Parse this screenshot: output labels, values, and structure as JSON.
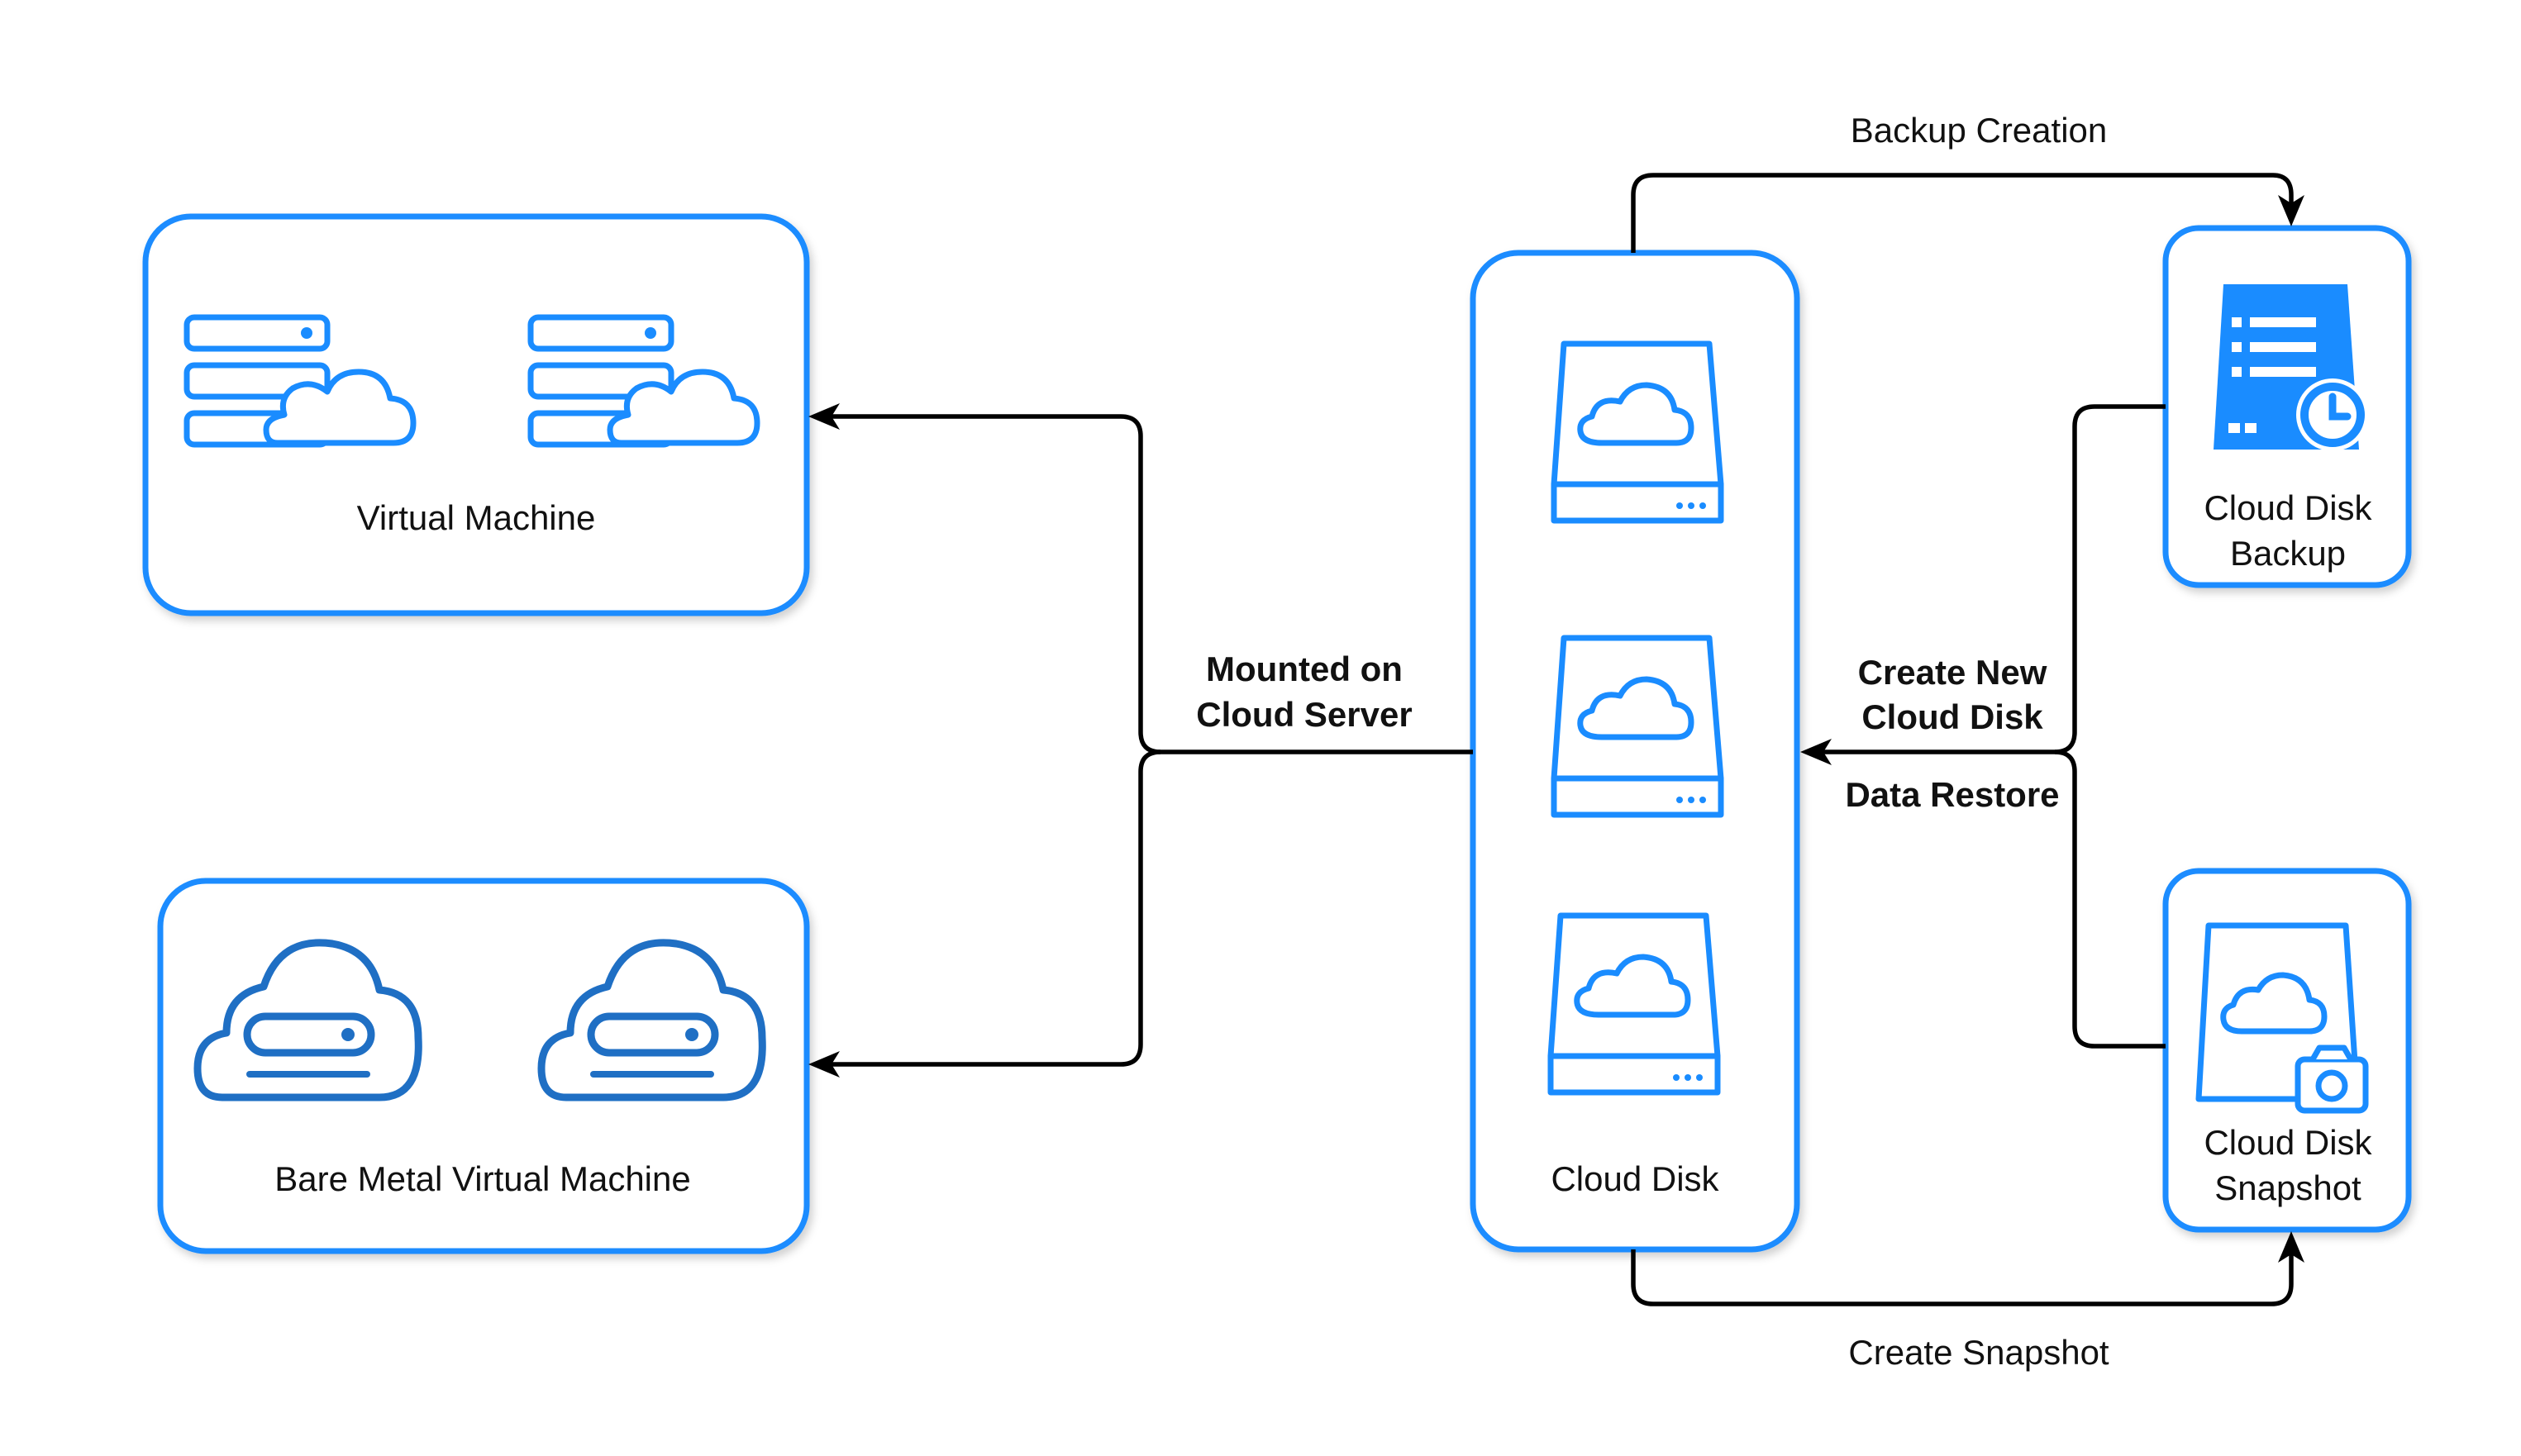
{
  "nodes": {
    "virtual_machine": {
      "label": "Virtual Machine",
      "icons": [
        "server-cloud-icon",
        "server-cloud-icon"
      ]
    },
    "bare_metal": {
      "label": "Bare Metal Virtual Machine",
      "icons": [
        "cloud-drive-icon",
        "cloud-drive-icon"
      ]
    },
    "cloud_disk": {
      "label": "Cloud Disk",
      "icons": [
        "cloud-disk-icon",
        "cloud-disk-icon",
        "cloud-disk-icon"
      ]
    },
    "backup": {
      "label_line1": "Cloud Disk",
      "label_line2": "Backup",
      "icon": "backup-clock-icon"
    },
    "snapshot": {
      "label_line1": "Cloud Disk",
      "label_line2": "Snapshot",
      "icon": "snapshot-camera-icon"
    }
  },
  "edges": {
    "mounted_line1": "Mounted on",
    "mounted_line2": "Cloud Server",
    "backup_creation": "Backup Creation",
    "create_new_line1": "Create New",
    "create_new_line2": "Cloud Disk",
    "data_restore": "Data Restore",
    "create_snapshot": "Create Snapshot"
  },
  "colors": {
    "accent": "#1a8cff",
    "accent_dark": "#1f6fc4",
    "connector": "#000000"
  }
}
